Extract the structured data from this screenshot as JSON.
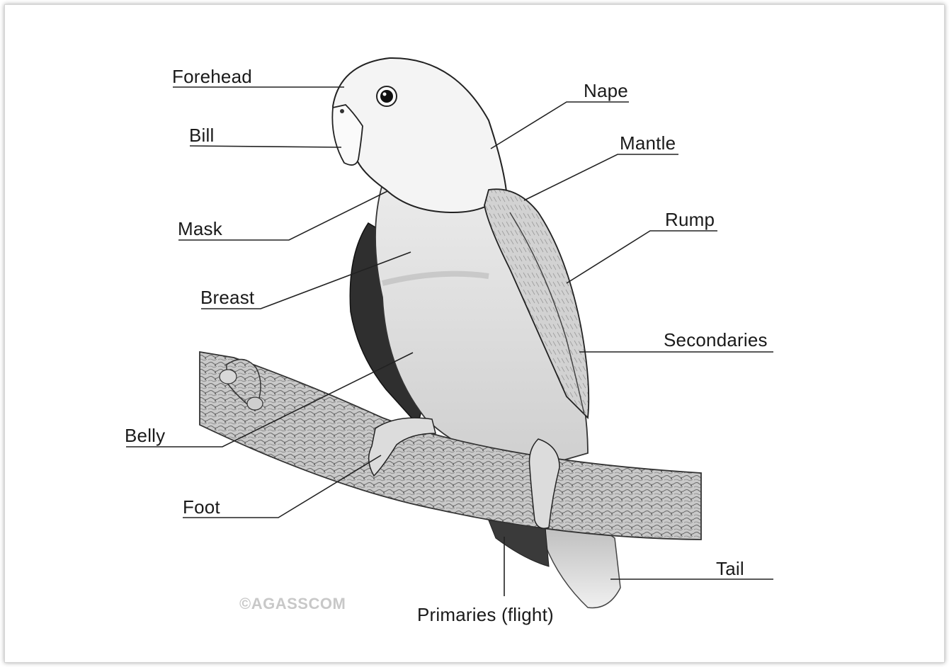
{
  "labels": {
    "forehead": "Forehead",
    "bill": "Bill",
    "mask": "Mask",
    "breast": "Breast",
    "belly": "Belly",
    "foot": "Foot",
    "nape": "Nape",
    "mantle": "Mantle",
    "rump": "Rump",
    "secondaries": "Secondaries",
    "tail": "Tail",
    "primaries": "Primaries (flight)"
  },
  "watermark": "©AGASSCOM"
}
